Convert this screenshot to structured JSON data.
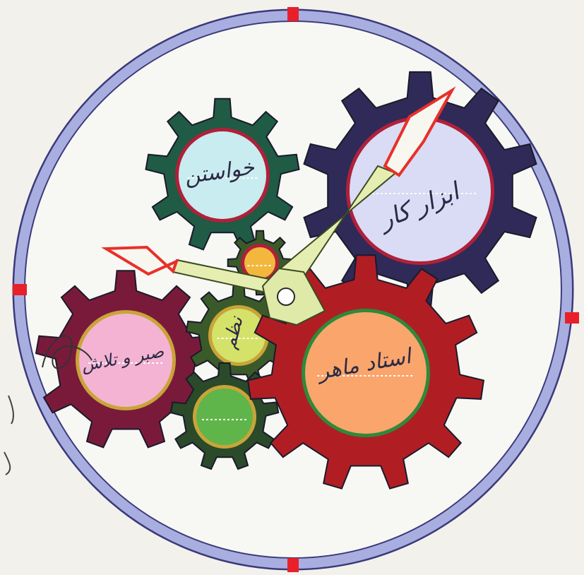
{
  "colors": {
    "paper": "#f3f1ec",
    "clock_ring": "#a9aee0",
    "clock_ring_edge": "#3a3a7a",
    "tick": "#e8202a",
    "gear_green": "#1f5b45",
    "gear_navy": "#2f2a58",
    "gear_maroon": "#7a1a3a",
    "gear_red": "#b01e24",
    "gear_olive": "#3a5a2a",
    "gear_darkgreen": "#2a4a2a",
    "gear_small_green": "#2f5a3a",
    "hands": "#e5eeb0",
    "hand_tip": "#e8302a"
  },
  "icons": {
    "clock": "clock-face",
    "gears": "gear-icon",
    "hands": "clock-hands-icon"
  },
  "labels": {
    "gear_top_left": "خواستن",
    "gear_top_right": "ابزار کار",
    "gear_left": "صبر و تلاش",
    "gear_middle": "نظم",
    "gear_bottom_right": "استاد ماهر"
  }
}
